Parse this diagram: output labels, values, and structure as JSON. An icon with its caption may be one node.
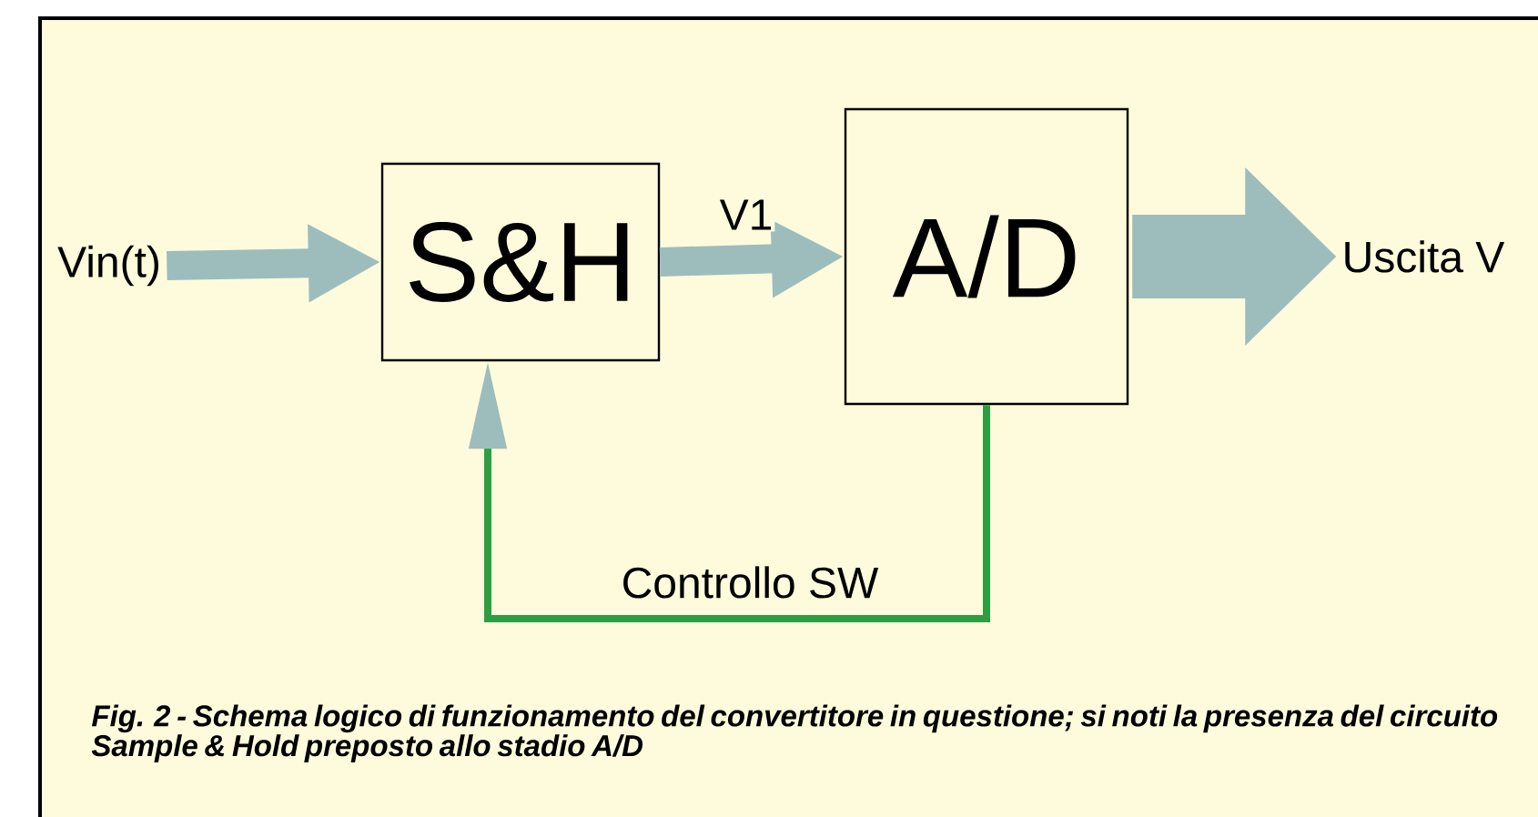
{
  "diagram": {
    "caption": "Fig. 2 - Schema logico di funzionamento del convertitore in questione; si noti la presenza del circuito Sample & Hold preposto allo stadio A/D",
    "nodes": [
      {
        "text": [
          "Vin(t)"
        ]
      },
      {
        "text": [
          "S&H"
        ]
      },
      {
        "text": [
          "A/D"
        ]
      },
      {
        "text": [
          "Uscita V"
        ]
      }
    ],
    "edges": [
      {
        "from": 0,
        "to": 1,
        "arrow": "to"
      },
      {
        "from": 1,
        "to": 2,
        "arrow": "to",
        "label": "V1"
      },
      {
        "from": 2,
        "to": 3,
        "arrow": "to",
        "style": "thick"
      },
      {
        "from": 2,
        "to": 1,
        "arrow": "to",
        "label": "Controllo SW",
        "color": "#2e9e44"
      }
    ]
  }
}
